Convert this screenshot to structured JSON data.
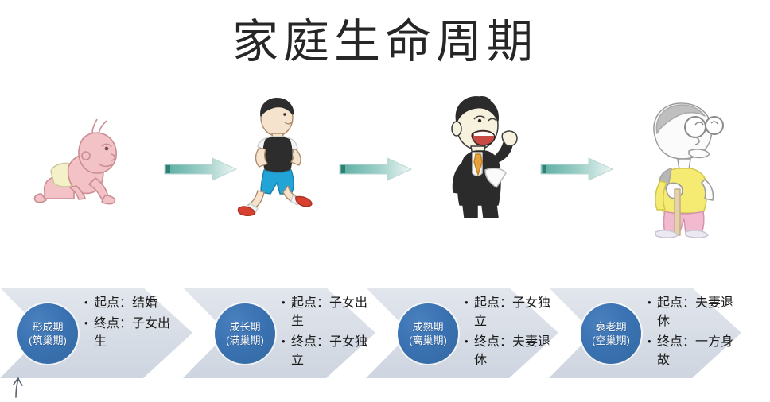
{
  "slide": {
    "title": "家庭生命周期",
    "background_color": "#ffffff"
  },
  "illustrations": [
    {
      "name": "crawling-baby",
      "stage_ref": "形成期",
      "colors": {
        "skin": "#f0bcc0",
        "diaper": "#f2efc0"
      }
    },
    {
      "name": "running-young-man",
      "stage_ref": "成长期",
      "colors": {
        "hair": "#2b2b2b",
        "tank_top": "#2b2b2b",
        "shorts": "#22a5d6",
        "shoes": "#d8402f"
      }
    },
    {
      "name": "laughing-businessman",
      "stage_ref": "成熟期",
      "colors": {
        "suit": "#2b2b2b",
        "tie": "#e8a33c",
        "skin": "#f4efd6"
      }
    },
    {
      "name": "elderly-with-cane",
      "stage_ref": "衰老期",
      "colors": {
        "hair": "#dcdcdc",
        "shirt": "#f5eb72",
        "pants": "#f2b9cf",
        "cane": "#d9c39a"
      }
    }
  ],
  "connector_arrows": [
    {
      "name": "connector-arrow-1",
      "color": "#6fb9ad"
    },
    {
      "name": "connector-arrow-2",
      "color": "#6fb9ad"
    },
    {
      "name": "connector-arrow-3",
      "color": "#6fb9ad"
    }
  ],
  "stages": [
    {
      "id": "stage-1",
      "label_line1": "形成期",
      "label_line2": "(筑巢期)",
      "bullets": [
        "起点：结婚",
        "终点：子女出生"
      ],
      "circle_color": "#3a72b3",
      "chevron_color": "#d8dde6"
    },
    {
      "id": "stage-2",
      "label_line1": "成长期",
      "label_line2": "(满巢期)",
      "bullets": [
        "起点：子女出生",
        "终点：子女独立"
      ],
      "circle_color": "#3a72b3",
      "chevron_color": "#d8dde6"
    },
    {
      "id": "stage-3",
      "label_line1": "成熟期",
      "label_line2": "(离巢期)",
      "bullets": [
        "起点：子女独立",
        "终点：夫妻退休"
      ],
      "circle_color": "#3a72b3",
      "chevron_color": "#d8dde6"
    },
    {
      "id": "stage-4",
      "label_line1": "衰老期",
      "label_line2": "(空巢期)",
      "bullets": [
        "起点：夫妻退休",
        "终点：一方身故"
      ],
      "circle_color": "#3a72b3",
      "chevron_color": "#d8dde6"
    }
  ],
  "annotation": {
    "name": "hand-drawn-up-arrow",
    "color": "#5a6472"
  }
}
